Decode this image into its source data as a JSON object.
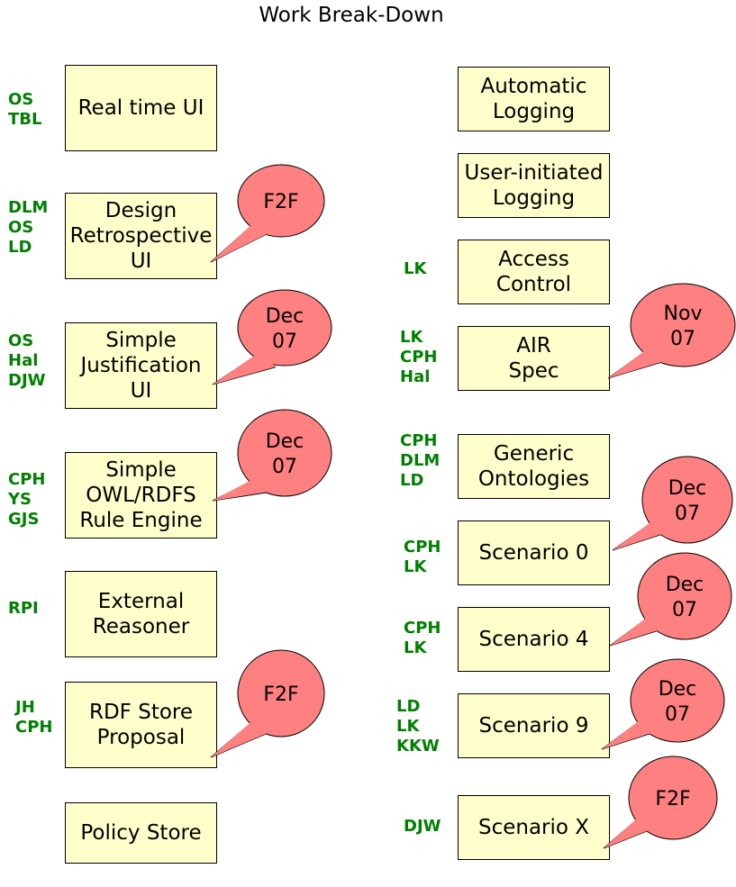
{
  "title": "Work Break-Down",
  "colors": {
    "box_fill": "#ffffcc",
    "people_text": "#008000",
    "callout_fill": "#ff8080"
  },
  "tasks": [
    {
      "id": "realtime",
      "label": "Real time UI",
      "people": "OS\nTBL"
    },
    {
      "id": "design",
      "label": "Design\nRetrospective\nUI",
      "people": "DLM\nOS\nLD",
      "callout": "F2F"
    },
    {
      "id": "simplejust",
      "label": "Simple\nJustification\nUI",
      "people": "OS\nHal\nDJW",
      "callout": "Dec\n07"
    },
    {
      "id": "owlrdfs",
      "label": "Simple\nOWL/RDFS\nRule Engine",
      "people": "CPH\nYS\nGJS",
      "callout": "Dec\n07"
    },
    {
      "id": "extreason",
      "label": "External\nReasoner",
      "people": "RPI"
    },
    {
      "id": "rdfstore",
      "label": "RDF Store\nProposal",
      "people": "JH\nCPH",
      "callout": "F2F"
    },
    {
      "id": "policystore",
      "label": "Policy Store",
      "people": ""
    },
    {
      "id": "autolog",
      "label": "Automatic\nLogging",
      "people": ""
    },
    {
      "id": "userlog",
      "label": "User-initiated\nLogging",
      "people": ""
    },
    {
      "id": "access",
      "label": "Access\nControl",
      "people": "LK"
    },
    {
      "id": "airspec",
      "label": "AIR\nSpec",
      "people": "LK\nCPH\nHal",
      "callout": "Nov\n07"
    },
    {
      "id": "generic",
      "label": "Generic\nOntologies",
      "people": "CPH\nDLM\nLD"
    },
    {
      "id": "scen0",
      "label": "Scenario 0",
      "people": "CPH\nLK",
      "callout": "Dec\n07"
    },
    {
      "id": "scen4",
      "label": "Scenario 4",
      "people": "CPH\nLK",
      "callout": "Dec\n07"
    },
    {
      "id": "scen9",
      "label": "Scenario 9",
      "people": "LD\nLK\nKKW",
      "callout": "Dec\n07"
    },
    {
      "id": "scenx",
      "label": "Scenario X",
      "people": "DJW",
      "callout": "F2F"
    }
  ]
}
